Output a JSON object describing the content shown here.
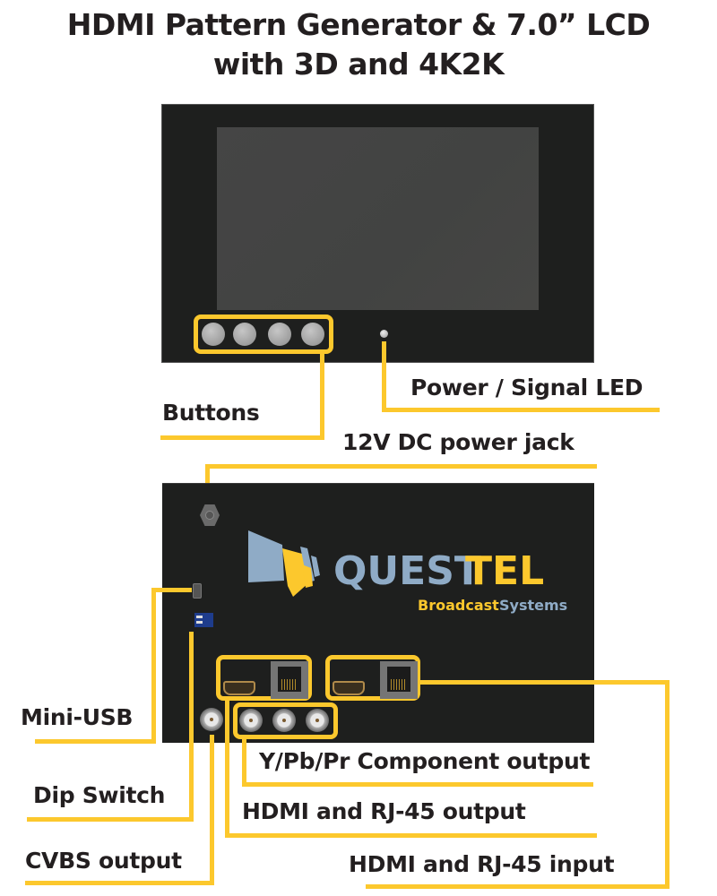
{
  "title": {
    "line1": "HDMI Pattern Generator & 7.0” LCD",
    "line2": "with 3D and 4K2K"
  },
  "front_panel": {
    "button_count": 4
  },
  "rear_panel": {
    "logo": {
      "brand_part1": "QUEST",
      "brand_part2": "TEL",
      "tagline_part1": "Broadcast",
      "tagline_part2": "Systems"
    }
  },
  "callouts": {
    "buttons": "Buttons",
    "power_led": "Power / Signal LED",
    "dc_jack": "12V DC power jack",
    "mini_usb": "Mini-USB",
    "dip_switch": "Dip Switch",
    "cvbs": "CVBS output",
    "component": "Y/Pb/Pr Component output",
    "hdmi_out": "HDMI and RJ-45 output",
    "hdmi_in": "HDMI and RJ-45 input"
  },
  "colors": {
    "accent": "#fcc82d",
    "panel": "#1e1f1e",
    "logo_blue": "#8fabc6",
    "logo_yellow": "#fcc82d",
    "text": "#231f20"
  }
}
